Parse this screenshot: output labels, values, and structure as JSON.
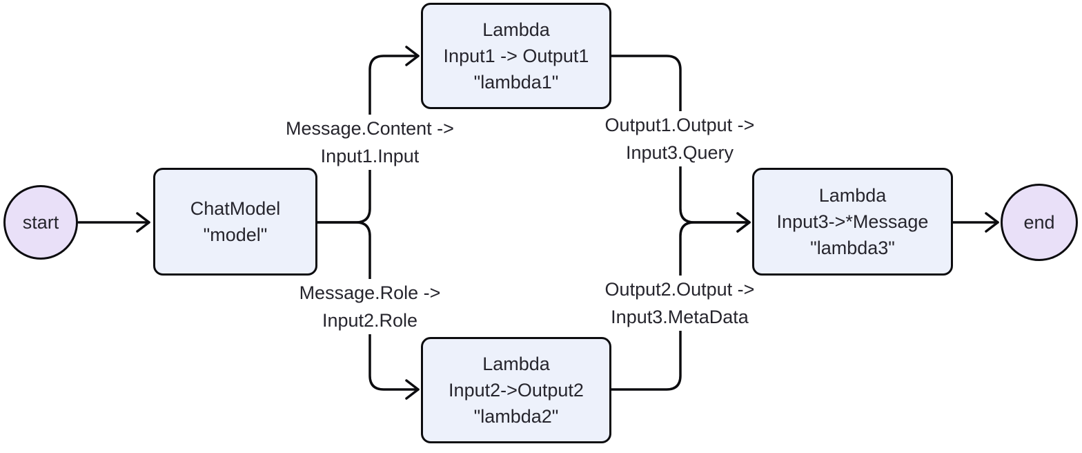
{
  "diagram": {
    "nodes": {
      "start": {
        "label": "start"
      },
      "end": {
        "label": "end"
      },
      "model": {
        "lines": [
          "ChatModel",
          "\"model\""
        ]
      },
      "lambda1": {
        "lines": [
          "Lambda",
          "Input1 -> Output1",
          "\"lambda1\""
        ]
      },
      "lambda2": {
        "lines": [
          "Lambda",
          "Input2->Output2",
          "\"lambda2\""
        ]
      },
      "lambda3": {
        "lines": [
          "Lambda",
          "Input3->*Message",
          "\"lambda3\""
        ]
      }
    },
    "edge_labels": {
      "content_to_input1": {
        "lines": [
          "Message.Content ->",
          "Input1.Input"
        ]
      },
      "role_to_input2": {
        "lines": [
          "Message.Role ->",
          "Input2.Role"
        ]
      },
      "output1_to_query": {
        "lines": [
          "Output1.Output ->",
          "Input3.Query"
        ]
      },
      "output2_to_metadata": {
        "lines": [
          "Output2.Output ->",
          "Input3.MetaData"
        ]
      }
    },
    "colors": {
      "stroke": "#0c0c0f",
      "text": "#26252d",
      "node_fill": "#edf1fb",
      "terminal_fill": "#e9e0f8",
      "label_bg": "#ffffff",
      "page_bg": "#ffffff"
    }
  }
}
